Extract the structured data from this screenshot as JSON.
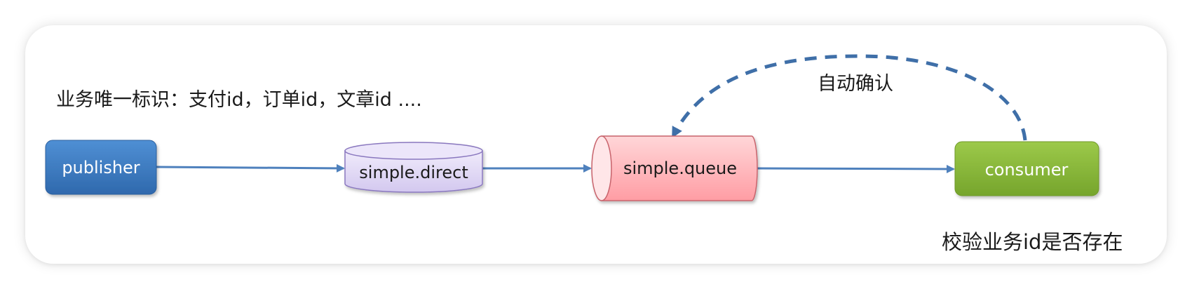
{
  "diagram": {
    "header_note": "业务唯一标识：支付id，订单id，文章id ....",
    "auto_ack_label": "自动确认",
    "verify_note": "校验业务id是否存在",
    "nodes": {
      "publisher": "publisher",
      "exchange": "simple.direct",
      "queue": "simple.queue",
      "consumer": "consumer"
    }
  },
  "colors": {
    "publisher_fill": "#3e7cc0",
    "exchange_fill": "#e3dcf5",
    "queue_fill": "#ffb3b8",
    "consumer_fill": "#8fba3e",
    "arrow": "#4f81bd"
  }
}
